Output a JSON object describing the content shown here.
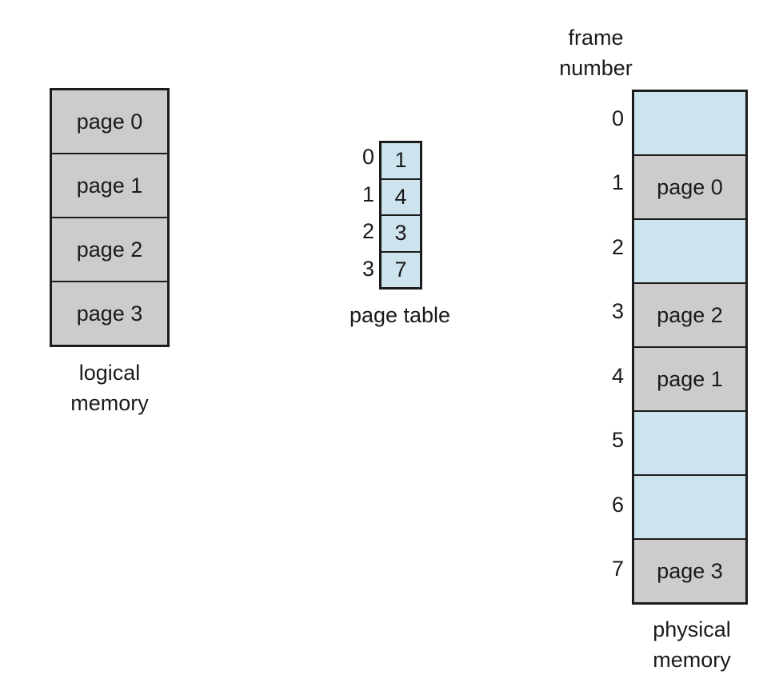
{
  "diagram": {
    "title": "paging-model-of-logical-and-physical-memory",
    "colors": {
      "free_frame": "#cde4ef",
      "occupied_frame": "#cccccc",
      "page_table_cell": "#cde4ef",
      "logical_page": "#cccccc",
      "border": "#1c1c1c",
      "text": "#1a1a1a",
      "background": "#ffffff"
    }
  },
  "logical_memory": {
    "caption": "logical\nmemory",
    "pages": [
      {
        "label": "page 0"
      },
      {
        "label": "page 1"
      },
      {
        "label": "page 2"
      },
      {
        "label": "page 3"
      }
    ]
  },
  "page_table": {
    "caption": "page table",
    "entries": [
      {
        "index": "0",
        "frame": "1"
      },
      {
        "index": "1",
        "frame": "4"
      },
      {
        "index": "2",
        "frame": "3"
      },
      {
        "index": "3",
        "frame": "7"
      }
    ]
  },
  "physical_memory": {
    "heading": "frame\nnumber",
    "caption": "physical\nmemory",
    "frames": [
      {
        "number": "0",
        "label": "",
        "state": "free"
      },
      {
        "number": "1",
        "label": "page 0",
        "state": "occupied"
      },
      {
        "number": "2",
        "label": "",
        "state": "free"
      },
      {
        "number": "3",
        "label": "page 2",
        "state": "occupied"
      },
      {
        "number": "4",
        "label": "page 1",
        "state": "occupied"
      },
      {
        "number": "5",
        "label": "",
        "state": "free"
      },
      {
        "number": "6",
        "label": "",
        "state": "free"
      },
      {
        "number": "7",
        "label": "page 3",
        "state": "occupied"
      }
    ]
  }
}
